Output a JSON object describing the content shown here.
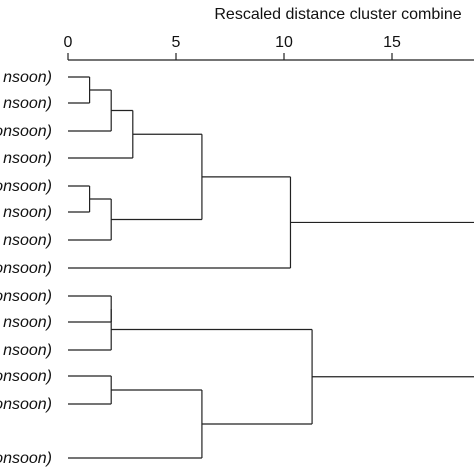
{
  "chart_data": {
    "type": "dendrogram",
    "xlabel": "Rescaled distance cluster combine",
    "xticks": [
      0,
      5,
      10,
      15
    ],
    "xlim": [
      0,
      19
    ],
    "leaves": [
      "nsoon)",
      "nsoon)",
      "onsoon)",
      "nsoon)",
      "onsoon)",
      "nsoon)",
      "nsoon)",
      "onsoon)",
      "onsoon)",
      "nsoon)",
      "nsoon)",
      "onsoon)",
      "onsoon)",
      "onsoon)"
    ],
    "merges": [
      {
        "a": "L0",
        "b": "L1",
        "height": 1.0
      },
      {
        "a": "M0",
        "b": "L2",
        "height": 2.0
      },
      {
        "a": "M1",
        "b": "L3",
        "height": 3.0
      },
      {
        "a": "L4",
        "b": "L5",
        "height": 1.0
      },
      {
        "a": "M3",
        "b": "L6",
        "height": 2.0
      },
      {
        "a": "M2",
        "b": "M4",
        "height": 6.2
      },
      {
        "a": "M5",
        "b": "L7",
        "height": 10.3
      },
      {
        "a": "L8",
        "b": "L9",
        "height": 2.0
      },
      {
        "a": "M7",
        "b": "L10",
        "height": 2.0
      },
      {
        "a": "L11",
        "b": "L12",
        "height": 2.0
      },
      {
        "a": "M9",
        "b": "L13",
        "height": 6.2
      },
      {
        "a": "M8",
        "b": "M10",
        "height": 11.3
      },
      {
        "a": "M6",
        "b": "M11",
        "height": 19.0
      }
    ]
  }
}
